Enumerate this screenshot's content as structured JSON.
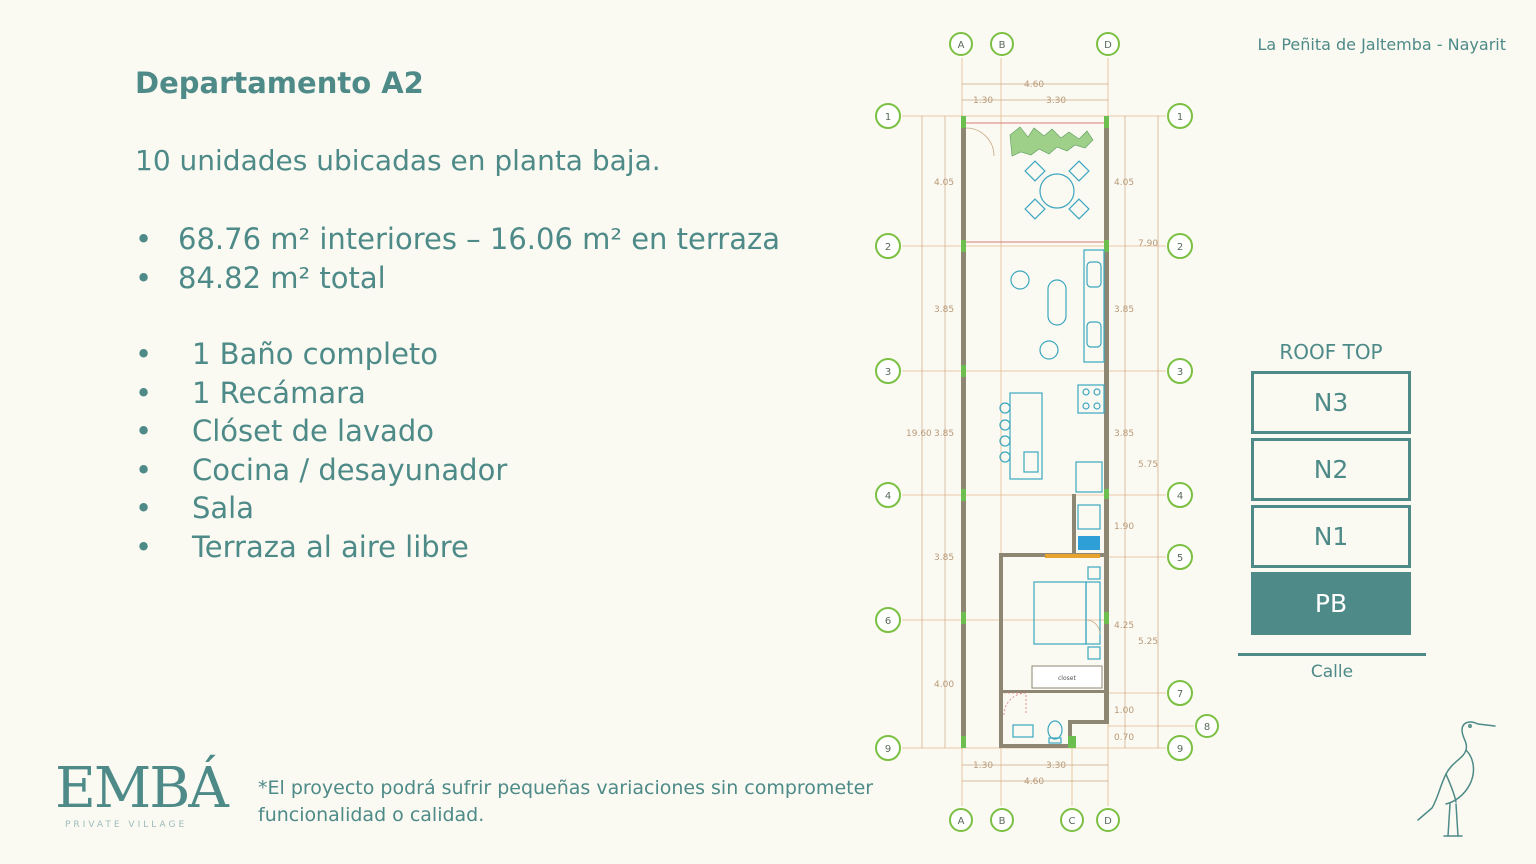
{
  "header": {
    "location": "La Peñita de Jaltemba - Nayarit"
  },
  "unit": {
    "title": "Departamento A2",
    "subtitle": "10 unidades ubicadas en planta baja.",
    "areas": [
      "68.76 m² interiores – 16.06 m² en terraza",
      "84.82 m² total"
    ],
    "features": [
      "1 Baño completo",
      "1 Recámara",
      "Clóset de lavado",
      "Cocina / desayunador",
      "Sala",
      "Terraza al aire libre"
    ],
    "bullet": "•"
  },
  "disclaimer": {
    "line1": "*El proyecto podrá sufrir pequeñas variaciones sin comprometer",
    "line2": "funcionalidad o calidad."
  },
  "logo": {
    "main": "EMBÁ",
    "sub": "PRIVATE VILLAGE"
  },
  "floor_plan": {
    "grid_cols_top": [
      "A",
      "B",
      "D"
    ],
    "grid_cols_bottom": [
      "A",
      "B",
      "C",
      "D"
    ],
    "grid_rows_left": [
      "1",
      "2",
      "3",
      "4",
      "6",
      "9"
    ],
    "grid_rows_right": [
      "1",
      "2",
      "3",
      "4",
      "5",
      "7",
      "9"
    ],
    "extra_marker": "8",
    "top_dims": [
      "4.60",
      "1.30",
      "3.30"
    ],
    "bottom_dims": [
      "1.30",
      "3.30",
      "4.60"
    ],
    "left_dims": [
      "4.05",
      "3.85",
      "3.85",
      "3.85",
      "4.00"
    ],
    "left_total": "19.60",
    "right_dims": [
      "4.05",
      "3.85",
      "3.85",
      "1.90",
      "4.25",
      "1.00",
      "0.70"
    ],
    "right_outer_dims": [
      "7.90",
      "5.75",
      "5.25"
    ],
    "closet_label": "closet"
  },
  "levels": {
    "title": "ROOF TOP",
    "items": [
      "N3",
      "N2",
      "N1",
      "PB"
    ],
    "active": "PB",
    "street": "Calle"
  },
  "colors": {
    "accent": "#4d8a88",
    "background": "#fbfaf2",
    "grid_marker": "#7bc043",
    "wall": "#8c8672",
    "furniture": "#5bb8c8"
  }
}
